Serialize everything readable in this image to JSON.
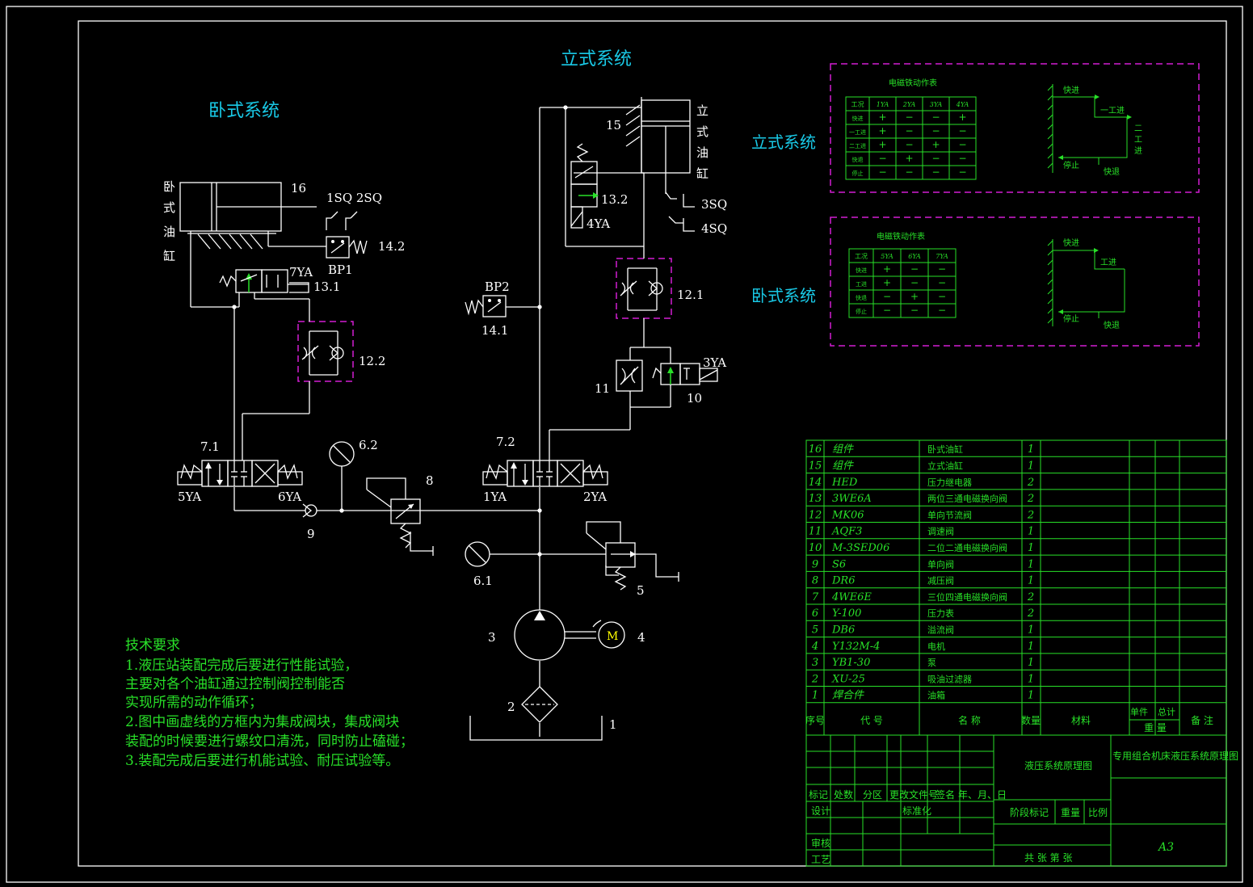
{
  "titles": {
    "vertical_system": "立式系统",
    "horizontal_system": "卧式系统",
    "vertical_system_side": "立式系统",
    "horizontal_system_side": "卧式系统"
  },
  "cylinder_labels": {
    "horizontal": [
      "卧",
      "式",
      "油",
      "缸"
    ],
    "vertical": [
      "立",
      "式",
      "油",
      "缸"
    ]
  },
  "component_labels": {
    "c16": "16",
    "c15": "15",
    "sq12": "1SQ 2SQ",
    "sq3": "3SQ",
    "sq4": "4SQ",
    "bp1": "BP1",
    "bp2": "BP2",
    "c142": "14.2",
    "c141": "14.1",
    "ya7": "7YA",
    "c131": "13.1",
    "c132": "13.2",
    "ya4": "4YA",
    "c122": "12.2",
    "c121": "12.1",
    "c11": "11",
    "c10": "10",
    "ya3": "3YA",
    "c71": "7.1",
    "c72": "7.2",
    "ya5": "5YA",
    "ya6": "6YA",
    "ya1": "1YA",
    "ya2": "2YA",
    "c62": "6.2",
    "c61": "6.1",
    "c8": "8",
    "c9": "9",
    "c5": "5",
    "c3": "3",
    "c4": "4",
    "c2": "2",
    "c1": "1",
    "motor": "M"
  },
  "tech_requirements": {
    "title": "技术要求",
    "lines": [
      "1.液压站装配完成后要进行性能试验，",
      "主要对各个油缸通过控制阀控制能否",
      "实现所需的动作循环；",
      "2.图中画虚线的方框内为集成阀块，集成阀块",
      "装配的时候要进行螺纹口清洗，同时防止磕碰；",
      "3.装配完成后要进行机能试验、耐压试验等。"
    ]
  },
  "solenoid_table_vertical": {
    "title": "电磁铁动作表",
    "headers": [
      "工况",
      "1YA",
      "2YA",
      "3YA",
      "4YA"
    ],
    "rows": [
      [
        "快进",
        "+",
        "−",
        "−",
        "+"
      ],
      [
        "一工进",
        "+",
        "−",
        "−",
        "−"
      ],
      [
        "二工进",
        "+",
        "−",
        "+",
        "−"
      ],
      [
        "快退",
        "−",
        "+",
        "−",
        "−"
      ],
      [
        "停止",
        "−",
        "−",
        "−",
        "−"
      ]
    ],
    "cycle": {
      "fast_forward": "快进",
      "work1": "一工进",
      "work2": [
        "二",
        "工",
        "进"
      ],
      "fast_back": "快退",
      "stop": "停止"
    }
  },
  "solenoid_table_horizontal": {
    "title": "电磁铁动作表",
    "headers": [
      "工况",
      "5YA",
      "6YA",
      "7YA"
    ],
    "rows": [
      [
        "快进",
        "+",
        "−",
        "−"
      ],
      [
        "工进",
        "+",
        "−",
        "−"
      ],
      [
        "快退",
        "−",
        "+",
        "−"
      ],
      [
        "停止",
        "−",
        "−",
        "−"
      ]
    ],
    "cycle": {
      "fast_forward": "快进",
      "work": "工进",
      "fast_back": "快退",
      "stop": "停止"
    }
  },
  "parts_list": [
    {
      "no": "16",
      "code": "组件",
      "name": "卧式油缸",
      "qty": "1"
    },
    {
      "no": "15",
      "code": "组件",
      "name": "立式油缸",
      "qty": "1"
    },
    {
      "no": "14",
      "code": "HED",
      "name": "压力继电器",
      "qty": "2"
    },
    {
      "no": "13",
      "code": "3WE6A",
      "name": "两位三通电磁换向阀",
      "qty": "2"
    },
    {
      "no": "12",
      "code": "MK06",
      "name": "单向节流阀",
      "qty": "2"
    },
    {
      "no": "11",
      "code": "AQF3",
      "name": "调速阀",
      "qty": "1"
    },
    {
      "no": "10",
      "code": "M-3SED06",
      "name": "二位二通电磁换向阀",
      "qty": "1"
    },
    {
      "no": "9",
      "code": "S6",
      "name": "单向阀",
      "qty": "1"
    },
    {
      "no": "8",
      "code": "DR6",
      "name": "减压阀",
      "qty": "1"
    },
    {
      "no": "7",
      "code": "4WE6E",
      "name": "三位四通电磁换向阀",
      "qty": "2"
    },
    {
      "no": "6",
      "code": "Y-100",
      "name": "压力表",
      "qty": "2"
    },
    {
      "no": "5",
      "code": "DB6",
      "name": "溢流阀",
      "qty": "1"
    },
    {
      "no": "4",
      "code": "Y132M-4",
      "name": "电机",
      "qty": "1"
    },
    {
      "no": "3",
      "code": "YB1-30",
      "name": "泵",
      "qty": "1"
    },
    {
      "no": "2",
      "code": "XU-25",
      "name": "吸油过滤器",
      "qty": "1"
    },
    {
      "no": "1",
      "code": "焊合件",
      "name": "油箱",
      "qty": "1"
    }
  ],
  "parts_header": {
    "no": "序号",
    "code": "代 号",
    "name": "名 称",
    "qty": "数量",
    "material": "材料",
    "unit": "单件",
    "total": "总计",
    "weight": "重 量",
    "remark": "备 注"
  },
  "title_block": {
    "drawing_name": "液压系统原理图",
    "project": "专用组合机床液压系统原理图",
    "mark": "标记",
    "count": "处数",
    "zone": "分区",
    "change_doc": "更改文件号",
    "sign": "签名",
    "date": "年、月、日",
    "design": "设计",
    "standard": "标准化",
    "stage": "阶段标记",
    "weight": "重量",
    "scale": "比例",
    "review": "审核",
    "process": "工艺",
    "sheets": "共 张 第 张",
    "size": "A3"
  }
}
